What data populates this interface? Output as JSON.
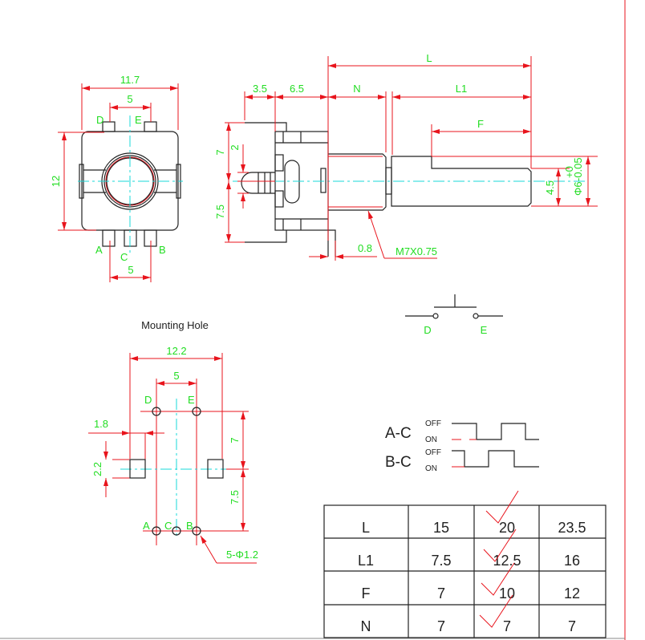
{
  "front_view": {
    "width_dim": "11.7",
    "pin_top_dim": "5",
    "height_dim": "12",
    "pin_bottom_dim": "5",
    "pins": {
      "d": "D",
      "e": "E",
      "a": "A",
      "b": "B",
      "c": "C"
    }
  },
  "side_view": {
    "dim_a": "3.5",
    "dim_b": "6.5",
    "dim_up": "7",
    "dim_down": "7.5",
    "dim_stub": "2",
    "dim_tab": "0.8",
    "thread": "M7X0.75",
    "L": "L",
    "N": "N",
    "L1": "L1",
    "F": "F",
    "flat": "4.5",
    "diameter": "Φ6",
    "tol_upper": "+0",
    "tol_lower": "-0.05"
  },
  "switch": {
    "d": "D",
    "e": "E"
  },
  "waveform": {
    "ac": "A-C",
    "bc": "B-C",
    "off": "OFF",
    "on": "ON"
  },
  "mounting": {
    "title": "Mounting Hole",
    "w": "12.2",
    "pitch": "5",
    "tab": "1.8",
    "tab_h": "2.2",
    "up": "7",
    "down": "7.5",
    "holes": "5-Φ1.2",
    "pins": {
      "d": "D",
      "e": "E",
      "a": "A",
      "c": "C",
      "b": "B"
    }
  },
  "table": {
    "rows": [
      {
        "label": "L",
        "values": [
          "15",
          "20",
          "23.5"
        ]
      },
      {
        "label": "L1",
        "values": [
          "7.5",
          "12.5",
          "16"
        ]
      },
      {
        "label": "F",
        "values": [
          "7",
          "10",
          "12"
        ]
      },
      {
        "label": "N",
        "values": [
          "7",
          "7",
          "7"
        ]
      }
    ],
    "selected_column": 1,
    "accent": "#e8141c"
  }
}
